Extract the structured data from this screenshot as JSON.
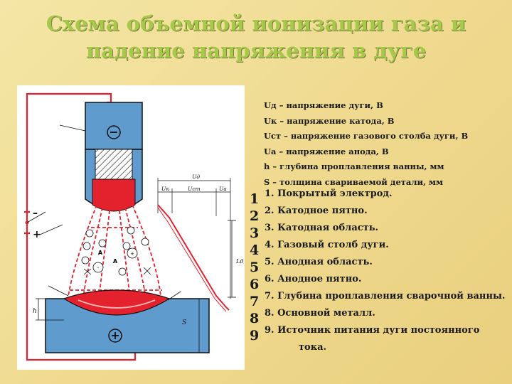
{
  "title": {
    "line1": "Схема объемной ионизации газа и",
    "line2": "падение напряжения в дуге"
  },
  "legend": [
    "Uд – напряжение дуги, В",
    "Uк – напряжение катода, В",
    "Uст – напряжение газового столба дуги, В",
    "Uа – напряжение анода, В",
    "h – глубина проплавления ванны, мм",
    "S – толщина свариваемой детали, мм"
  ],
  "numbers": [
    "1",
    "2",
    "3",
    "4",
    "5",
    "6",
    "7",
    "8",
    "9"
  ],
  "items": [
    "1. Покрытый электрод.",
    "2. Катодное пятно.",
    "3. Катодная область.",
    "4. Газовый столб дуги.",
    "5. Анодная область.",
    "6. Анодное пятно.",
    "7. Глубина проплавления сварочной ванны.",
    "8. Основной металл.",
    "9. Источник питания дуги постоянного",
    "тока."
  ],
  "diagram": {
    "cathode_sign": "⊖",
    "anode_sign": "⊕",
    "source_minus": "–",
    "source_plus": "+",
    "label_ud": "Uд",
    "label_uk": "Uк",
    "label_ust": "Uст",
    "label_ua": "Uа",
    "label_ld": "Lд",
    "label_h": "h",
    "label_s": "S",
    "ion_label": "A",
    "electron_mark": "-",
    "positive_mark": "+"
  },
  "colors": {
    "title": "#a7c94a",
    "wire": "#e4222e",
    "electrode": "#5f9ccd",
    "molten": "#e4222e"
  }
}
